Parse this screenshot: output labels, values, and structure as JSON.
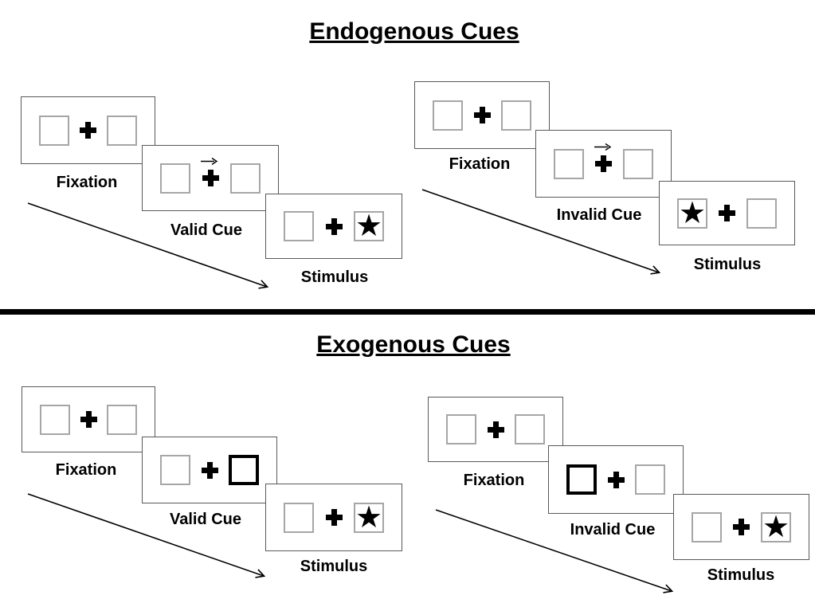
{
  "colors": {
    "background": "#ffffff",
    "panel_border": "#595959",
    "box_border": "#a6a6a6",
    "cue_box_border": "#000000",
    "ink": "#000000"
  },
  "glyphs": {
    "star": "★"
  },
  "endogenous": {
    "title": "Endogenous Cues",
    "valid": {
      "fixation": "Fixation",
      "cue": "Valid Cue",
      "stimulus": "Stimulus"
    },
    "invalid": {
      "fixation": "Fixation",
      "cue": "Invalid Cue",
      "stimulus": "Stimulus"
    }
  },
  "exogenous": {
    "title": "Exogenous Cues",
    "valid": {
      "fixation": "Fixation",
      "cue": "Valid Cue",
      "stimulus": "Stimulus"
    },
    "invalid": {
      "fixation": "Fixation",
      "cue": "Invalid Cue",
      "stimulus": "Stimulus"
    }
  }
}
